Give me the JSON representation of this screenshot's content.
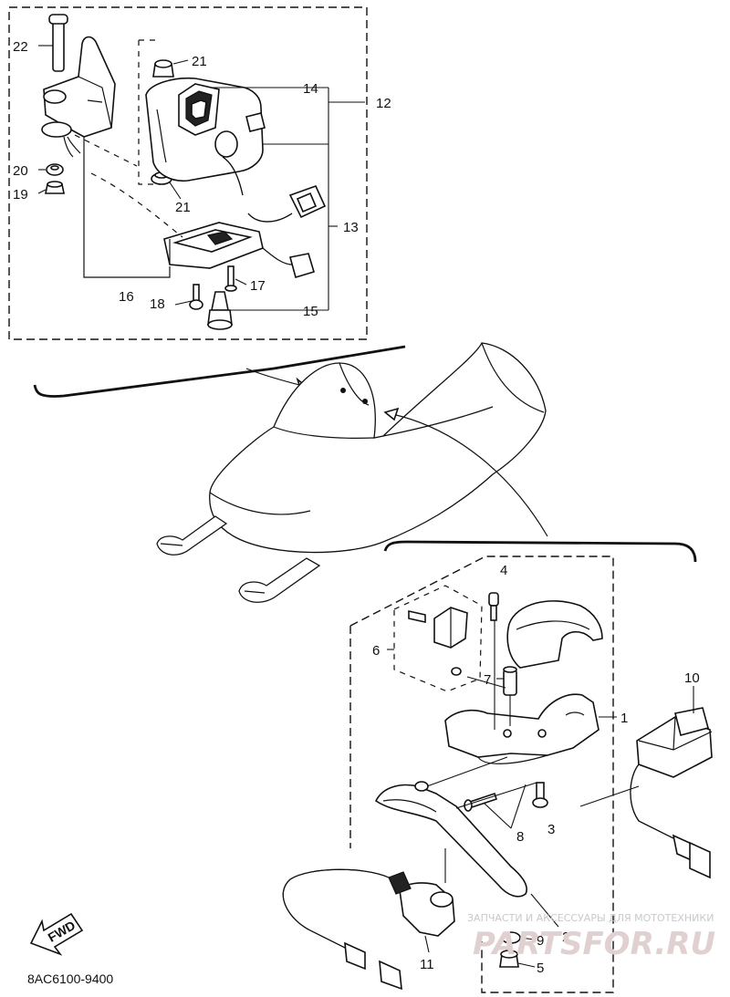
{
  "diagram": {
    "callouts": {
      "p1": "1",
      "p2": "2",
      "p3": "3",
      "p4": "4",
      "p5": "5",
      "p6": "6",
      "p7": "7",
      "p8": "8",
      "p9": "9",
      "p10": "10",
      "p11": "11",
      "p12": "12",
      "p13": "13",
      "p14": "14",
      "p15": "15",
      "p16": "16",
      "p17": "17",
      "p18": "18",
      "p19": "19",
      "p20": "20",
      "p21a": "21",
      "p21b": "21",
      "p22": "22"
    },
    "diagram_code": "8AC6100-9400",
    "badge": "FWD",
    "watermark": {
      "tagline": "ЗАПЧАСТИ И АКСЕССУАРЫ ДЛЯ МОТОТЕХНИКИ",
      "logo": "PARTSFOR.RU"
    }
  }
}
